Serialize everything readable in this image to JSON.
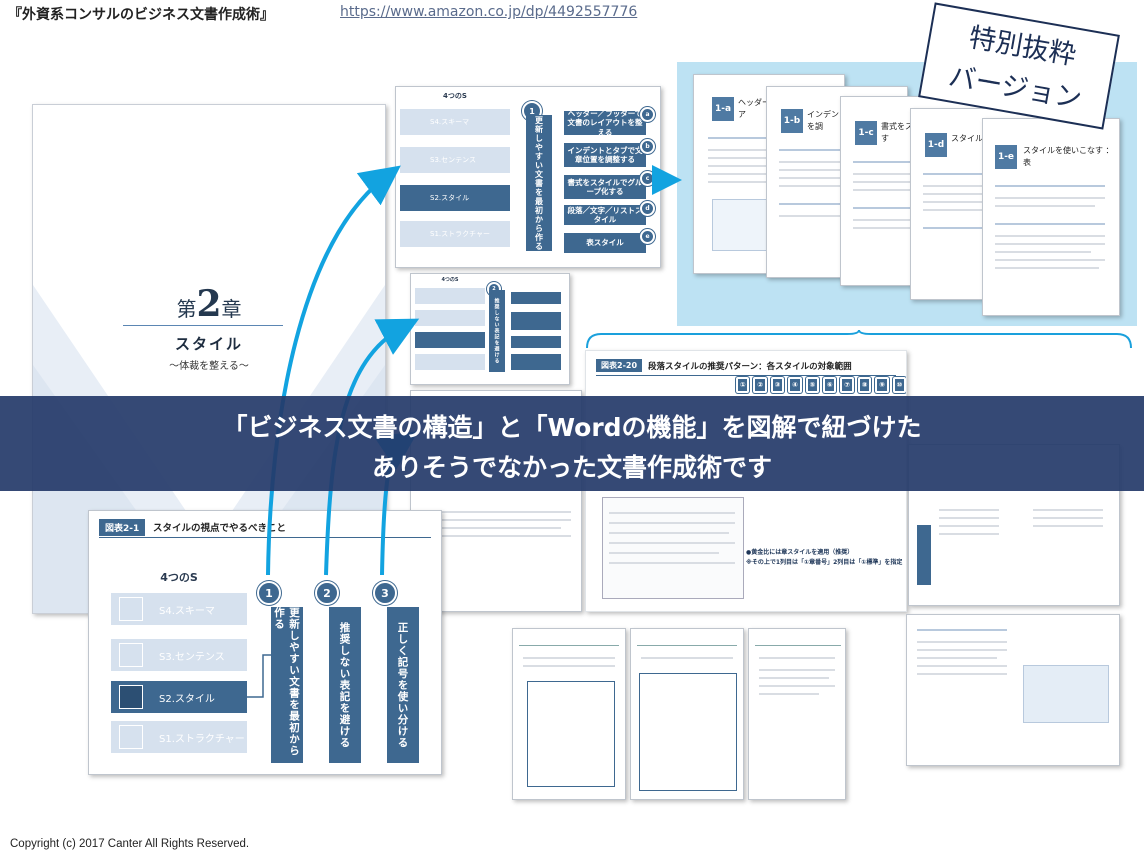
{
  "header": {
    "book_title": "『外資系コンサルのビジネス文書作成術』",
    "url": "https://www.amazon.co.jp/dp/4492557776"
  },
  "stamp": {
    "line1": "特別抜粋",
    "line2": "バージョン"
  },
  "cover": {
    "chapter_prefix": "第",
    "chapter_number": "2",
    "chapter_suffix": "章",
    "title": "スタイル",
    "subtitle": "〜体裁を整える〜"
  },
  "figure_main": {
    "label": "図表2-1",
    "caption": "スタイルの視点でやるべきこと",
    "diagram_title": "4つのS",
    "rows": [
      "S4.スキーマ",
      "S3.センテンス",
      "S2.スタイル",
      "S1.ストラクチャー"
    ],
    "steps": [
      {
        "num": "1",
        "text": "更新しやすい文書を最初から作る"
      },
      {
        "num": "2",
        "text": "推奨しない表記を避ける"
      },
      {
        "num": "3",
        "text": "正しく記号を使い分ける"
      }
    ]
  },
  "figure_top": {
    "diagram_title": "4つのS",
    "rows": [
      "S4.スキーマ",
      "S3.センテンス",
      "S2.スタイル",
      "S1.ストラクチャー"
    ],
    "step_num": "1",
    "step_text": "更新しやすい文書を最初から作る",
    "items": [
      {
        "letter": "a",
        "text": "ヘッダー／フッターで文書のレイアウトを整える"
      },
      {
        "letter": "b",
        "text": "インデントとタブで文章位置を調整する"
      },
      {
        "letter": "c",
        "text": "書式をスタイルでグループ化する"
      },
      {
        "letter": "d",
        "text": "段落／文字／リストスタイル"
      },
      {
        "letter": "e",
        "text": "表スタイル"
      }
    ]
  },
  "figure_small": {
    "diagram_title": "4つのS",
    "step_num": "2",
    "step_text": "推奨しない表記を避ける"
  },
  "section_pages": [
    {
      "num": "1-a",
      "title": "ヘッダー／フッ 文書のレイア"
    },
    {
      "num": "1-b",
      "title": "インデントとタ 文章位置を調"
    },
    {
      "num": "1-c",
      "title": "書式をスタイ グループ化す"
    },
    {
      "num": "1-d",
      "title": "スタイルを使 ：段落／文"
    },
    {
      "num": "1-e",
      "title": "スタイルを使いこなす ：表"
    }
  ],
  "table_figure": {
    "label": "図表2-20",
    "caption": "段落スタイルの推奨パターン：各スタイルの対象範囲",
    "columns": [
      "①",
      "②",
      "③",
      "④",
      "⑤",
      "⑥",
      "⑦",
      "⑧",
      "⑨",
      "⑩"
    ],
    "note1": "●黄金比には章スタイルを適用（推奨）",
    "note2": "※その上で1列目は「①章番号」2列目は「①標準」を指定"
  },
  "banner": {
    "line1": "「ビジネス文書の構造」と「Wordの機能」を図解で紐づけた",
    "line2": "ありそうでなかった文書作成術です"
  },
  "footer": {
    "copyright": "Copyright (c) 2017 Canter All Rights Reserved."
  },
  "colors": {
    "accent": "#3e6890",
    "arrow": "#12a3e0",
    "banner": "#243a69",
    "panel": "#bde2f3"
  }
}
